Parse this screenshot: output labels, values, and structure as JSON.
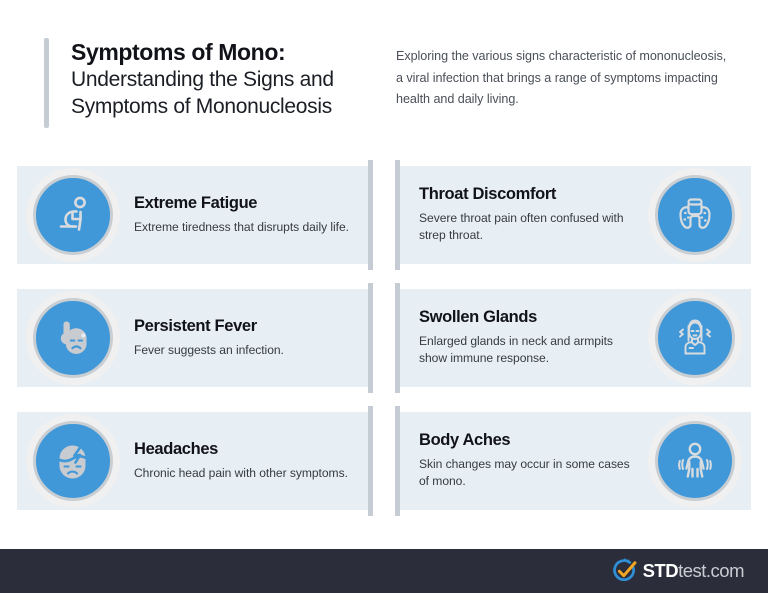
{
  "header": {
    "title_main": "Symptoms of Mono:",
    "title_sub": "Understanding the Signs and Symptoms of Mononucleosis",
    "intro": "Exploring the various signs characteristic of mononucleosis, a viral infection that brings a range of symptoms impacting health and daily living."
  },
  "cards": [
    {
      "title": "Extreme Fatigue",
      "desc": "Extreme tiredness that disrupts daily life.",
      "icon": "fatigue-seated-person-icon",
      "side": "left"
    },
    {
      "title": "Throat Discomfort",
      "desc": "Severe throat pain often confused with strep throat.",
      "icon": "throat-tonsils-icon",
      "side": "right"
    },
    {
      "title": "Persistent Fever",
      "desc": "Fever suggests an infection.",
      "icon": "thermometer-sick-face-icon",
      "side": "left"
    },
    {
      "title": "Swollen Glands",
      "desc": "Enlarged glands in neck and armpits show immune response.",
      "icon": "swollen-neck-person-icon",
      "side": "right"
    },
    {
      "title": "Headaches",
      "desc": "Chronic head pain with other symptoms.",
      "icon": "headache-lightning-face-icon",
      "side": "left"
    },
    {
      "title": "Body Aches",
      "desc": "Skin changes may occur in some cases of mono.",
      "icon": "body-aches-person-icon",
      "side": "right"
    }
  ],
  "footer": {
    "logo_brand": "STD",
    "logo_suffix": "test.com",
    "logo_mark": "check-circle-icon"
  },
  "colors": {
    "accent_blue": "#4098d8",
    "card_bg": "#e7eef4",
    "edge_gray": "#c6ccd4",
    "footer_bg": "#2b2d3a",
    "logo_orange": "#f5a623",
    "logo_blue": "#2f8fd6",
    "title_black": "#111319",
    "body_gray": "#4a4f58",
    "icon_line": "#d5d8dc"
  }
}
